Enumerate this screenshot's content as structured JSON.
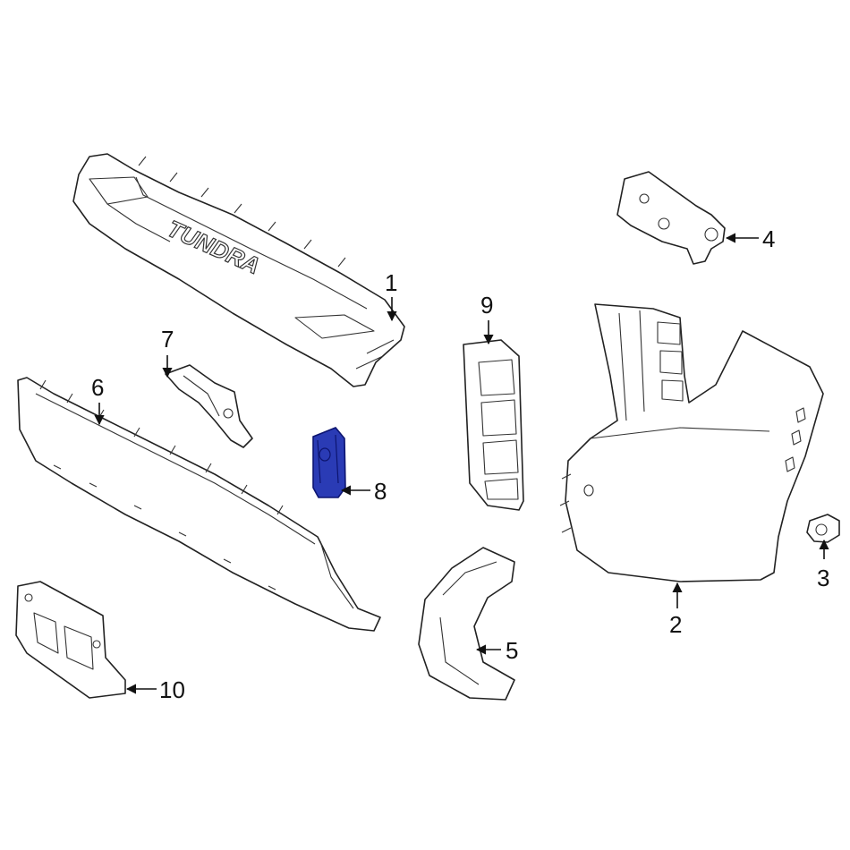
{
  "emboss_text": "TUNDRA",
  "highlight_color": "#2a3bb5",
  "callouts": [
    {
      "id": "1",
      "label": "1"
    },
    {
      "id": "2",
      "label": "2"
    },
    {
      "id": "3",
      "label": "3"
    },
    {
      "id": "4",
      "label": "4"
    },
    {
      "id": "5",
      "label": "5"
    },
    {
      "id": "6",
      "label": "6"
    },
    {
      "id": "7",
      "label": "7"
    },
    {
      "id": "8",
      "label": "8"
    },
    {
      "id": "9",
      "label": "9"
    },
    {
      "id": "10",
      "label": "10"
    }
  ],
  "highlighted_part": "8"
}
